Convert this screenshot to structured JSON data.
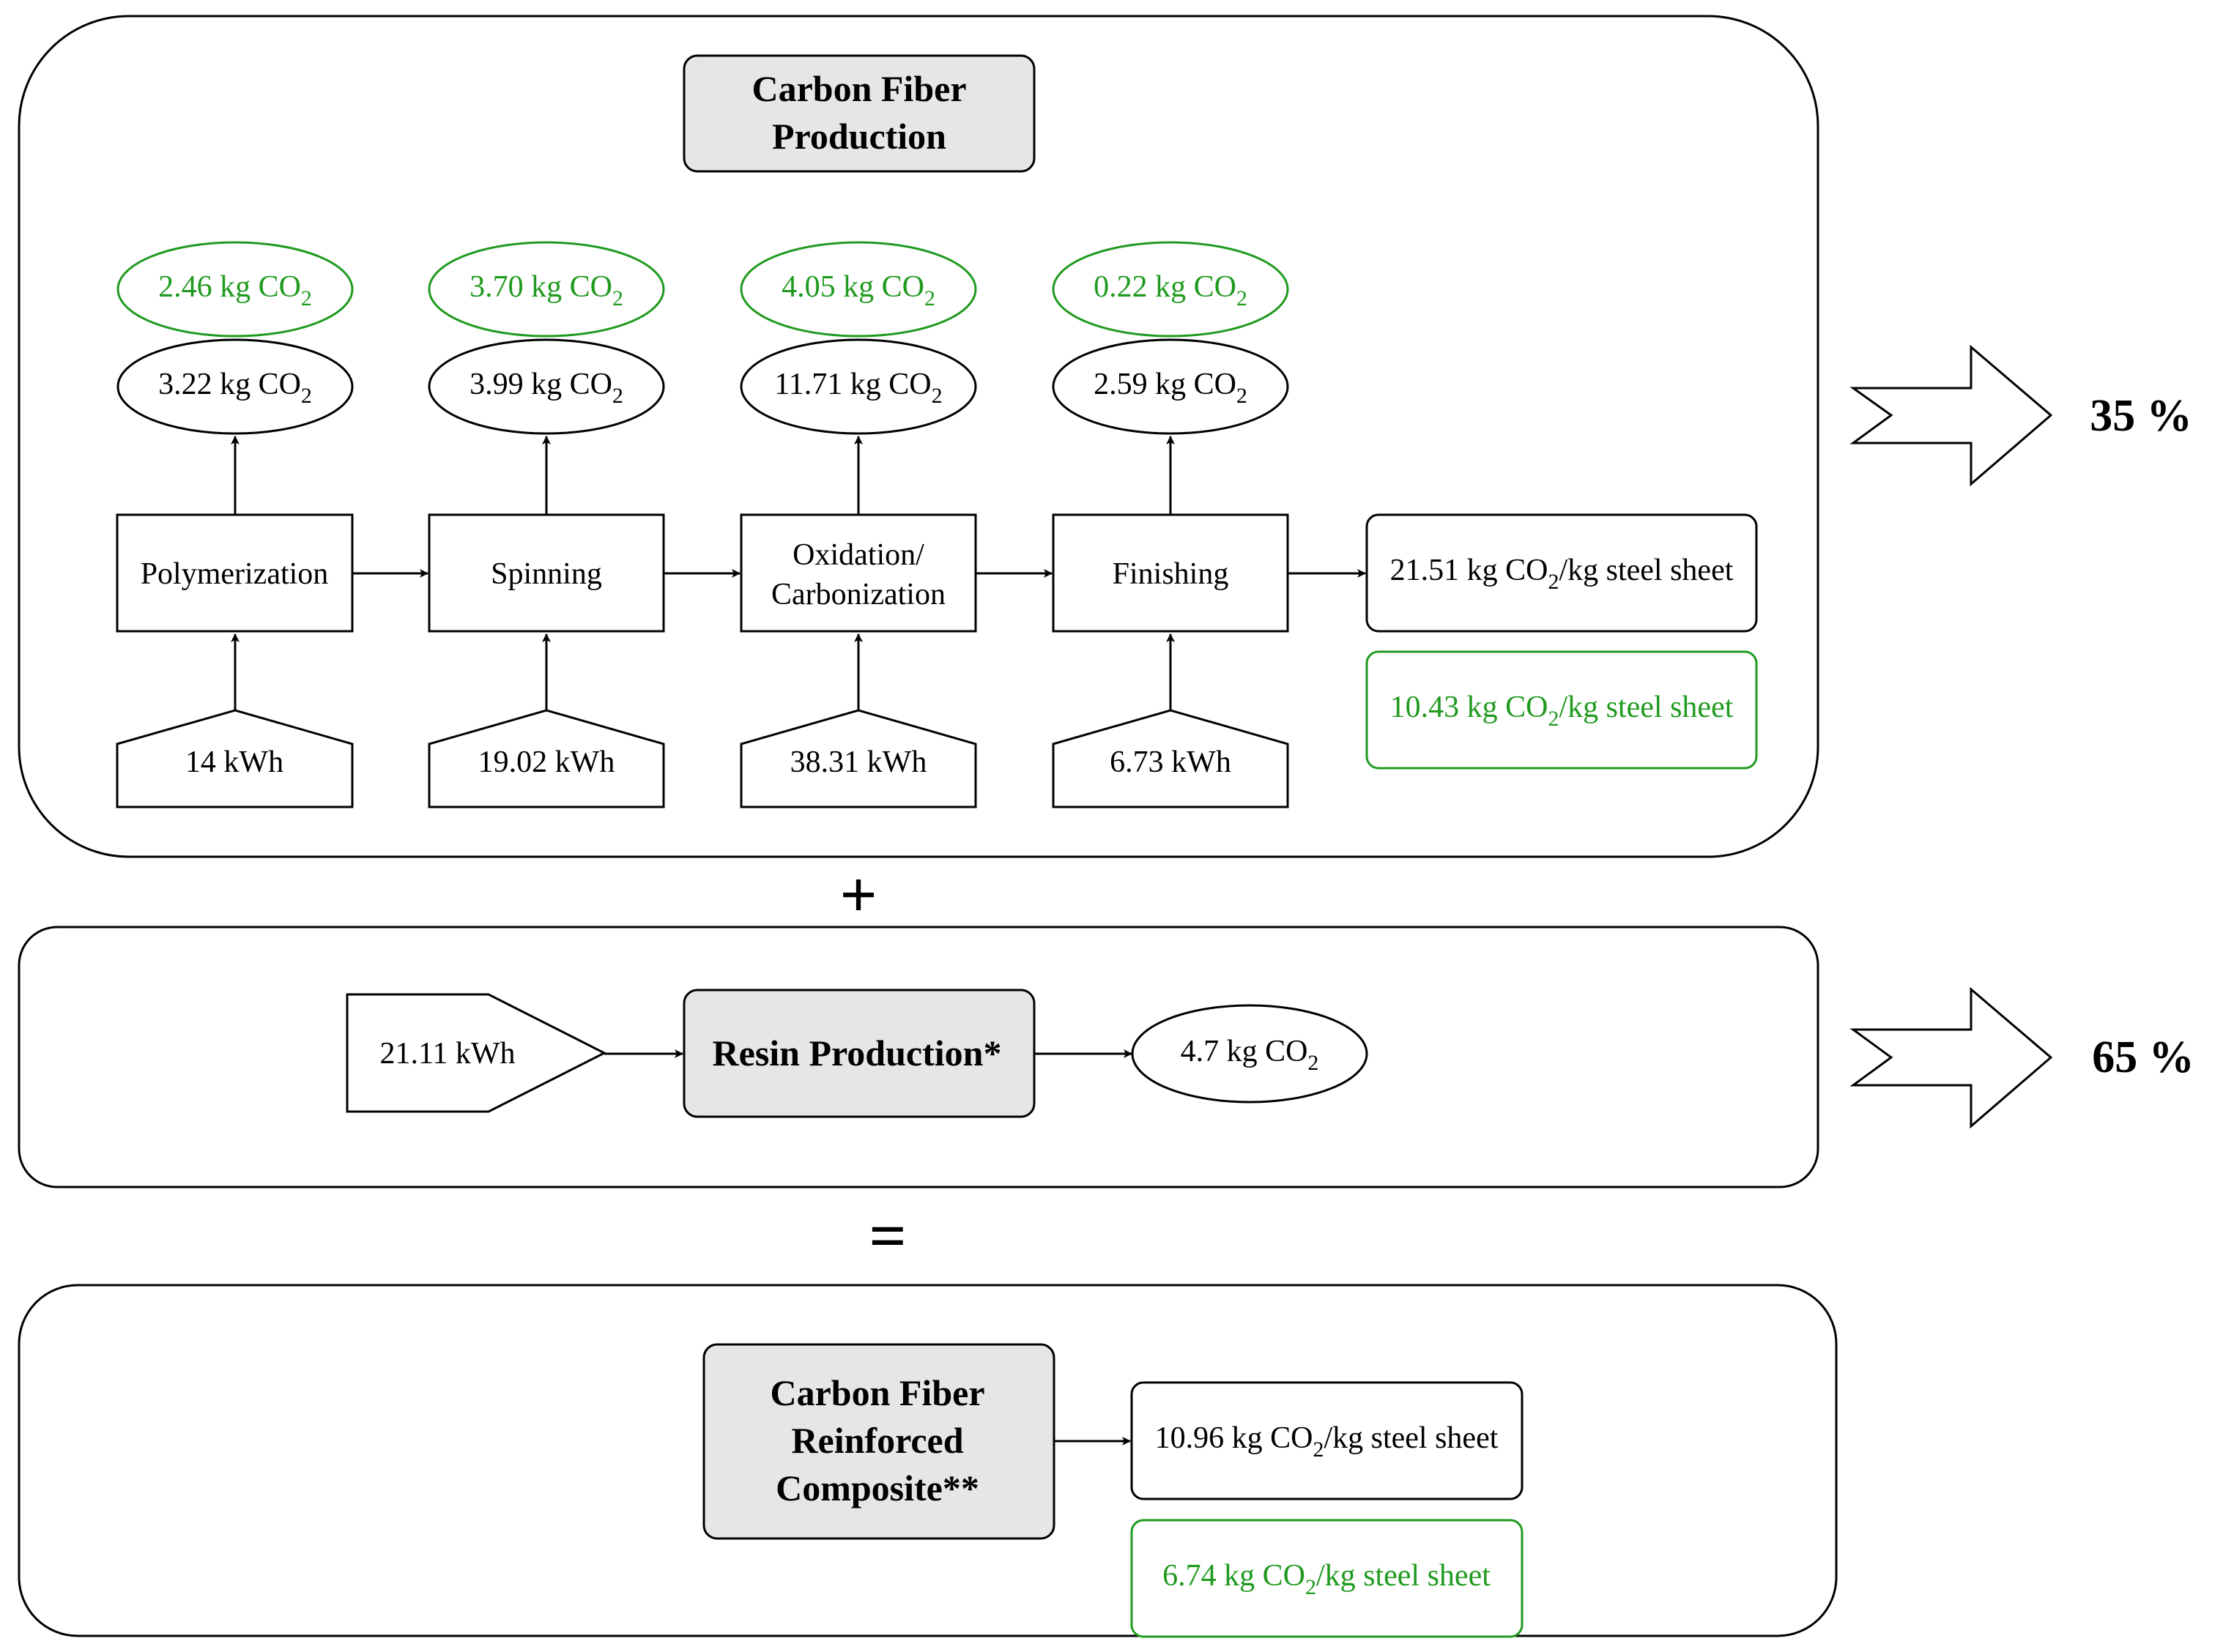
{
  "colors": {
    "stroke": "#000000",
    "green": "#1f9a1f",
    "gray_fill": "#e6e6e6"
  },
  "cf_production": {
    "title_lines": [
      "Carbon Fiber",
      "Production"
    ],
    "steps": [
      {
        "label_lines": [
          "Polymerization"
        ],
        "energy": "14 kWh",
        "co2_black": {
          "value": "3.22 kg CO",
          "sub": "2"
        },
        "co2_green": {
          "value": "2.46 kg CO",
          "sub": "2"
        }
      },
      {
        "label_lines": [
          "Spinning"
        ],
        "energy": "19.02 kWh",
        "co2_black": {
          "value": "3.99 kg CO",
          "sub": "2"
        },
        "co2_green": {
          "value": "3.70 kg CO",
          "sub": "2"
        }
      },
      {
        "label_lines": [
          "Oxidation/",
          "Carbonization"
        ],
        "energy": "38.31 kWh",
        "co2_black": {
          "value": "11.71 kg CO",
          "sub": "2"
        },
        "co2_green": {
          "value": "4.05 kg CO",
          "sub": "2"
        }
      },
      {
        "label_lines": [
          "Finishing"
        ],
        "energy": "6.73 kWh",
        "co2_black": {
          "value": "2.59 kg CO",
          "sub": "2"
        },
        "co2_green": {
          "value": "0.22 kg CO",
          "sub": "2"
        }
      }
    ],
    "total_black": {
      "pre": "21.51 kg CO",
      "sub": "2",
      "post": "/kg steel sheet"
    },
    "total_green": {
      "pre": "10.43 kg CO",
      "sub": "2",
      "post": "/kg steel sheet"
    },
    "share": "35 %"
  },
  "plus_sign": "+",
  "resin_production": {
    "energy": "21.11 kWh",
    "title": "Resin Production*",
    "co2": {
      "value": "4.7 kg CO",
      "sub": "2"
    },
    "share": "65 %"
  },
  "equals_sign": "=",
  "composite": {
    "title_lines": [
      "Carbon Fiber",
      "Reinforced",
      "Composite**"
    ],
    "total_black": {
      "pre": "10.96 kg CO",
      "sub": "2",
      "post": "/kg steel sheet"
    },
    "total_green": {
      "pre": "6.74 kg CO",
      "sub": "2",
      "post": "/kg steel sheet"
    }
  }
}
